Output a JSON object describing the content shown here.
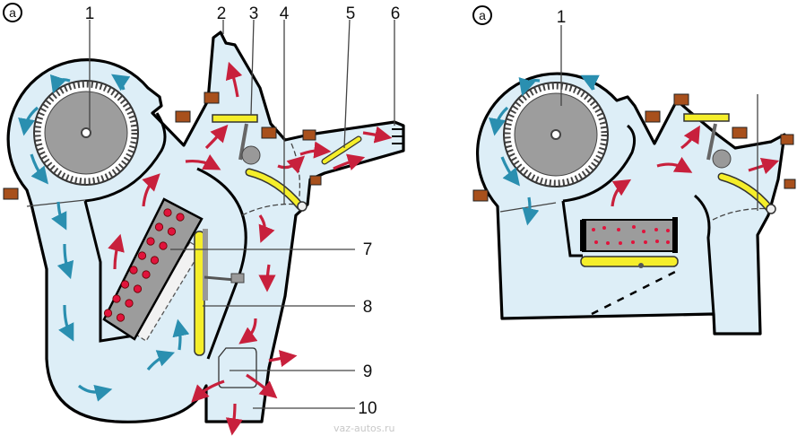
{
  "left_diagram": {
    "panel_marker": "a",
    "labels": [
      "1",
      "2",
      "3",
      "4",
      "5",
      "6",
      "7",
      "8",
      "9",
      "10"
    ],
    "watermark": "vaz-autos.ru"
  },
  "right_diagram": {
    "panel_marker": "a",
    "labels": [
      "1"
    ]
  },
  "colors": {
    "housing": "#ddeef7",
    "flap": "#f5ee2a",
    "cold_air_arrow": "#2a8fb0",
    "warm_air_arrow": "#c8203c",
    "seal": "#a8501c",
    "heater_core": "#9c9c9c"
  }
}
